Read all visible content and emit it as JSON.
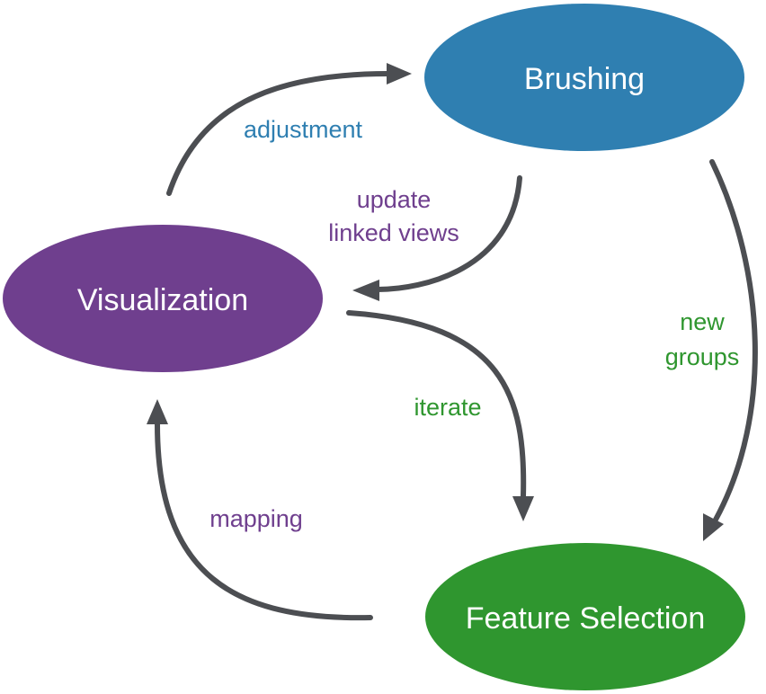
{
  "colors": {
    "brushing": "#2f7fb1",
    "visualization": "#6f3f8e",
    "feature_selection": "#2f962f",
    "arrow": "#4c4e52",
    "label_blue": "#2f7fb1",
    "label_purple": "#6f3f8e",
    "label_green": "#2f962f"
  },
  "nodes": {
    "brushing": {
      "label": "Brushing"
    },
    "visualization": {
      "label": "Visualization"
    },
    "feature_selection": {
      "label": "Feature Selection"
    }
  },
  "edges": {
    "adjustment": {
      "label": "adjustment",
      "from": "Visualization",
      "to": "Brushing"
    },
    "update_linked_views": {
      "label_line1": "update",
      "label_line2": "linked views",
      "from": "Brushing",
      "to": "Visualization"
    },
    "new_groups": {
      "label_line1": "new",
      "label_line2": "groups",
      "from": "Brushing",
      "to": "Feature Selection"
    },
    "iterate": {
      "label": "iterate",
      "from": "Visualization",
      "to": "Feature Selection"
    },
    "mapping": {
      "label": "mapping",
      "from": "Feature Selection",
      "to": "Visualization"
    }
  }
}
